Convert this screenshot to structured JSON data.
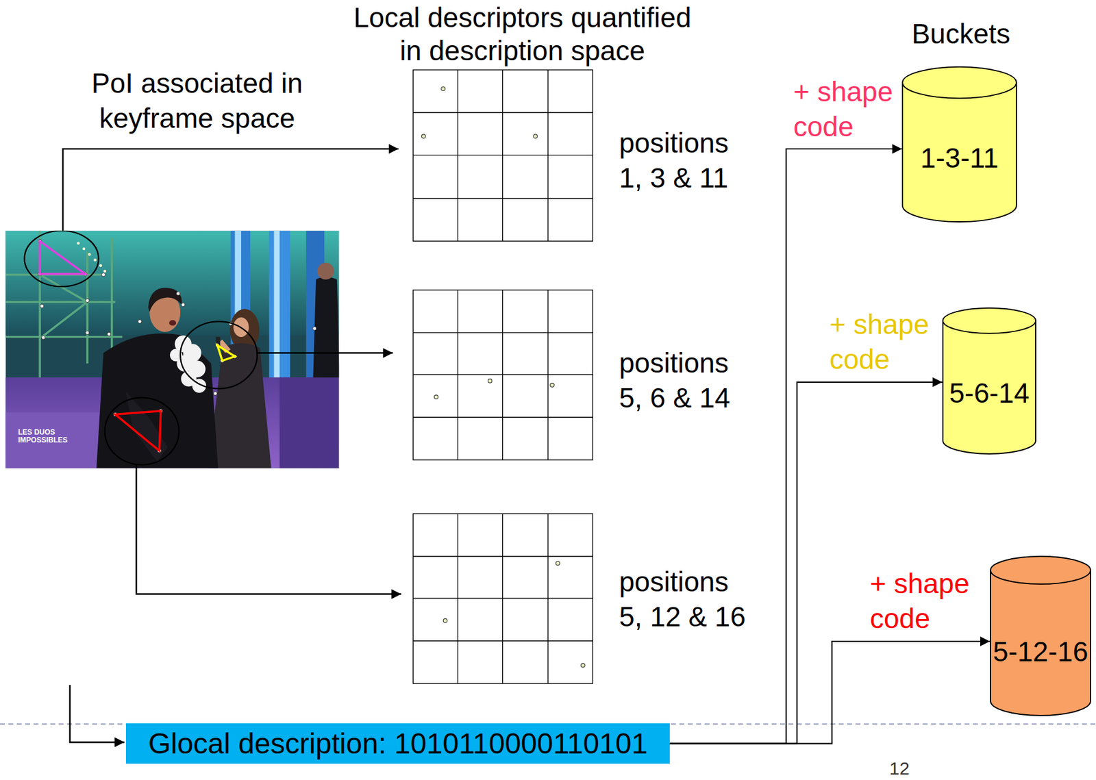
{
  "diagram": {
    "nodes": [
      {
        "text": [
          "1-3-11"
        ]
      },
      {
        "text": [
          "5-6-14"
        ]
      },
      {
        "text": [
          "5-12-16"
        ]
      },
      {
        "text": [
          "Glocal description: 1010110000110101"
        ]
      }
    ],
    "edges": [
      {
        "from": 3,
        "to": 0,
        "arrow": "to",
        "label": "+ shape code"
      },
      {
        "from": 3,
        "to": 1,
        "arrow": "to",
        "label": "+ shape code"
      },
      {
        "from": 3,
        "to": 2,
        "arrow": "to",
        "label": "+ shape code"
      }
    ],
    "labels": [
      "Local descriptors quantified in description space",
      "Buckets",
      "PoI associated in keyframe space",
      "positions 1, 3 & 11",
      "positions 5, 6 & 14",
      "positions 5, 12 & 16",
      "LES DUOS IMPOSSIBLES",
      "12"
    ]
  }
}
